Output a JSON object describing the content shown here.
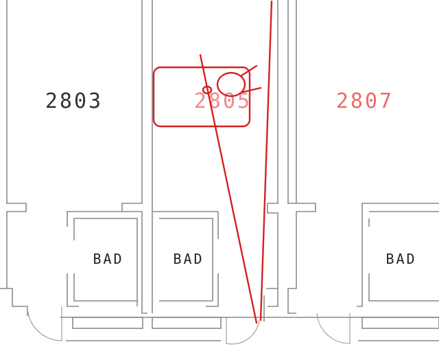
{
  "rooms": [
    {
      "number": "2803",
      "color": "#333333"
    },
    {
      "number": "2805",
      "color": "#f08a8a"
    },
    {
      "number": "2807",
      "color": "#f06a6a"
    }
  ],
  "bathrooms": [
    {
      "label": "BAD"
    },
    {
      "label": "BAD"
    },
    {
      "label": "BAD"
    }
  ],
  "colors": {
    "walls": "#8a8a8a",
    "annotation": "#d42020"
  }
}
